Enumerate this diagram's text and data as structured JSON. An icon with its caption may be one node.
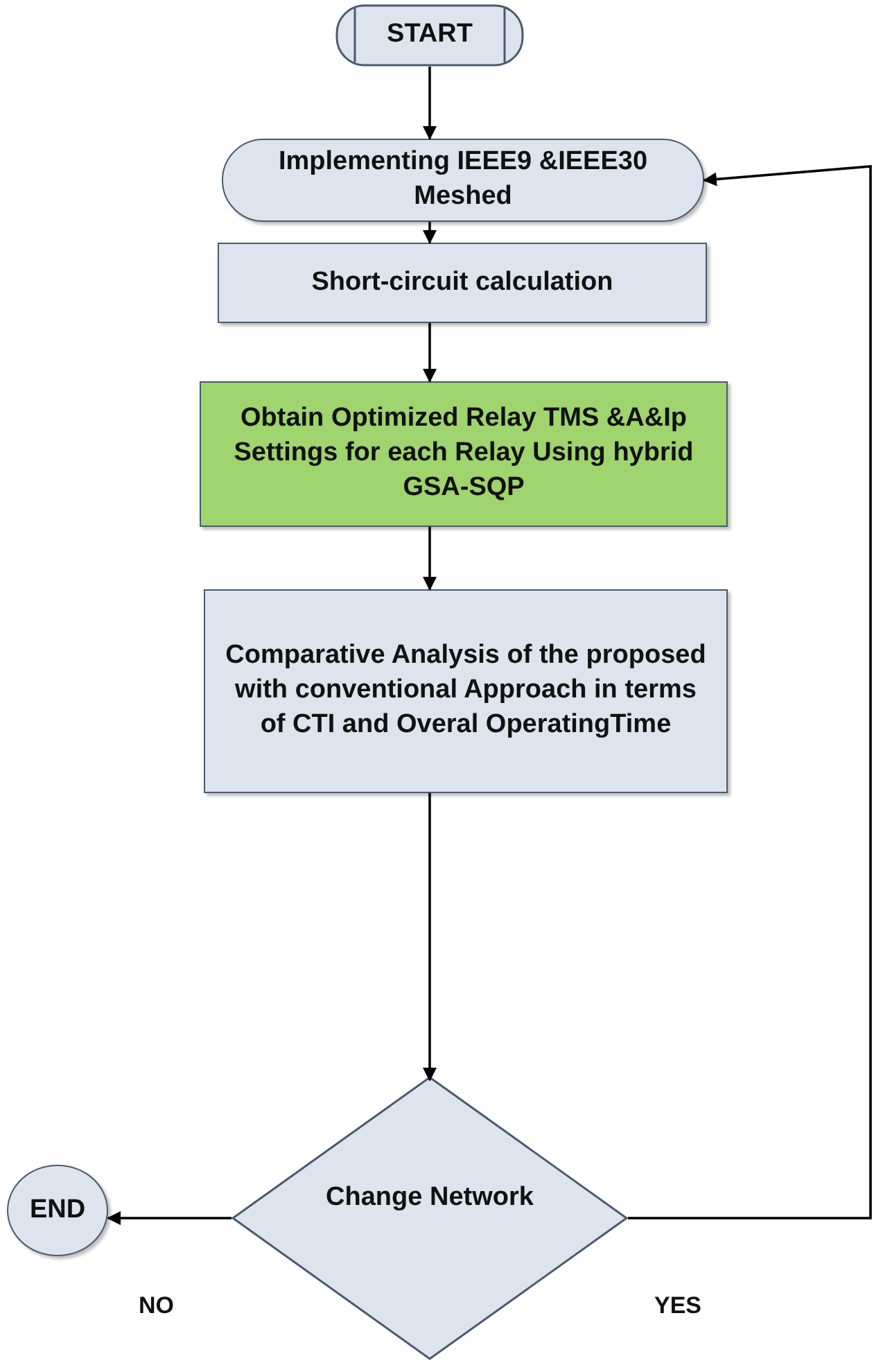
{
  "diagram": {
    "nodes": [
      {
        "text": [
          "START"
        ]
      },
      {
        "text": [
          "Implementing IEEE9 &IEEE30 Meshed"
        ]
      },
      {
        "text": [
          "Short-circuit calculation"
        ]
      },
      {
        "text": [
          "Obtain Optimized Relay TMS &A&Ip Settings for each Relay Using hybrid GSA-SQP"
        ]
      },
      {
        "text": [
          "Comparative Analysis of the proposed with conventional Approach in terms of CTI and Overal OperatingTime"
        ]
      },
      {
        "text": [
          "Change Network"
        ]
      },
      {
        "text": [
          "END"
        ]
      }
    ],
    "edges": [
      {
        "from": 0,
        "to": 1,
        "arrow": "to"
      },
      {
        "from": 1,
        "to": 2,
        "arrow": "to"
      },
      {
        "from": 2,
        "to": 3,
        "arrow": "to"
      },
      {
        "from": 3,
        "to": 4,
        "arrow": "to"
      },
      {
        "from": 4,
        "to": 5,
        "arrow": "to"
      },
      {
        "from": 5,
        "to": 6,
        "arrow": "to",
        "label": "NO"
      },
      {
        "from": 5,
        "to": 1,
        "arrow": "to",
        "label": "YES"
      }
    ]
  }
}
